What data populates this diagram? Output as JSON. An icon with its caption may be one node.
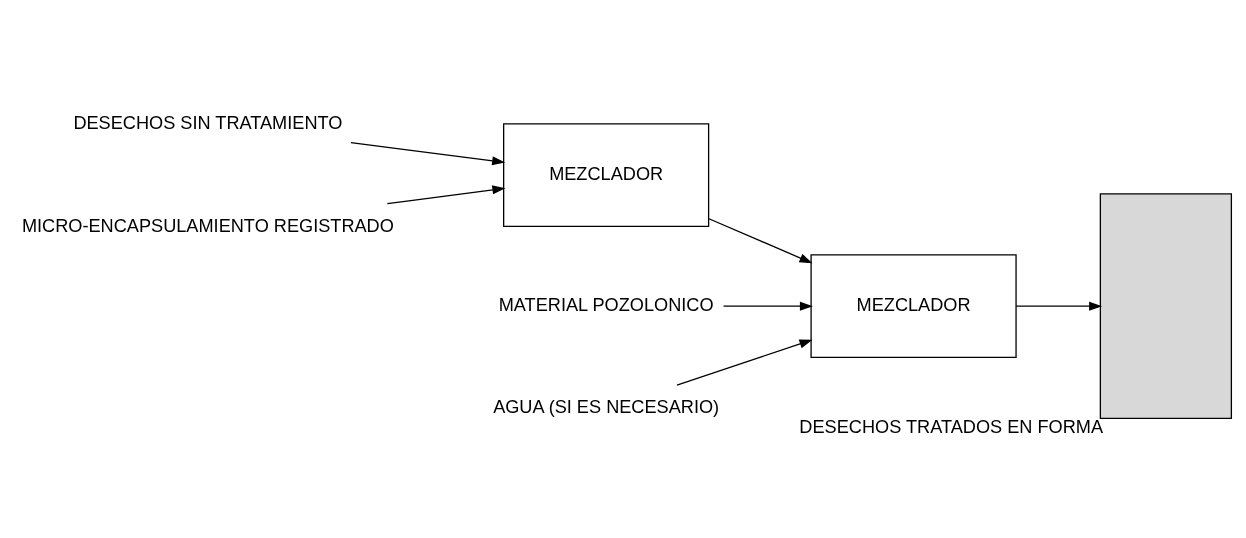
{
  "diagram": {
    "nodes": [
      {
        "text": [
          "DESECHOS SIN TRATAMIENTO"
        ]
      },
      {
        "text": [
          "MEZCLADOR"
        ]
      },
      {
        "text": [
          "MICRO-ENCAPSULAMIENTO REGISTRADO"
        ]
      },
      {
        "text": [
          "MEZCLADOR"
        ]
      },
      {
        "text": [
          "MATERIAL POZOLONICO"
        ]
      },
      {
        "text": [
          "AGUA (SI ES NECESARIO)"
        ]
      },
      {
        "text": [],
        "shape": "box",
        "beside": [
          "DESECHOS TRATADOS EN FORMA"
        ]
      }
    ],
    "edges": [
      {
        "from": 0,
        "to": 1,
        "arrow": "to"
      },
      {
        "from": 2,
        "to": 1,
        "arrow": "to"
      },
      {
        "from": 1,
        "to": 3,
        "arrow": "to"
      },
      {
        "from": 4,
        "to": 3,
        "arrow": "to"
      },
      {
        "from": 5,
        "to": 3,
        "arrow": "to"
      },
      {
        "from": 3,
        "to": 6,
        "arrow": "to"
      }
    ]
  }
}
